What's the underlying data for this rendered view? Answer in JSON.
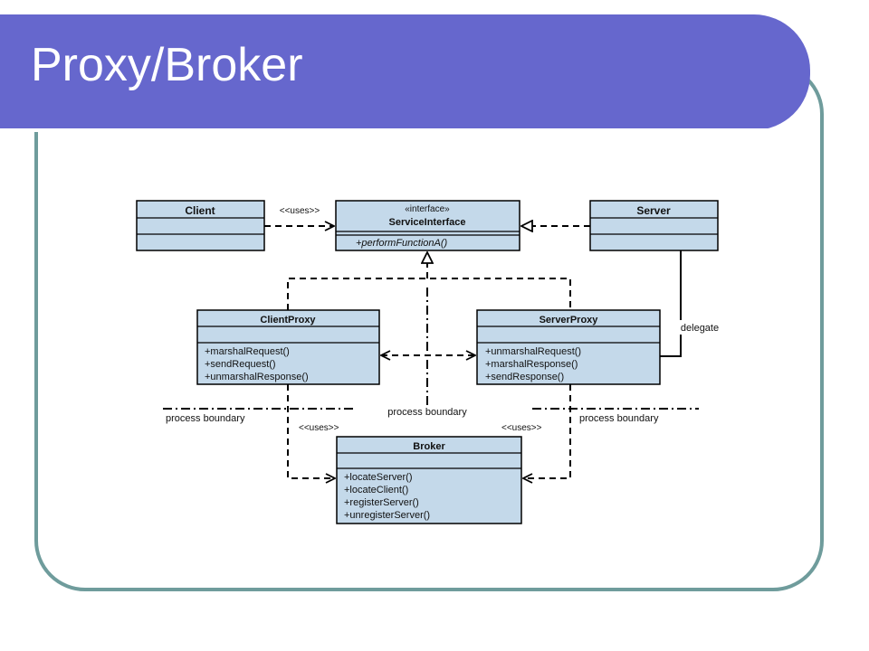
{
  "slide": {
    "title": "Proxy/Broker"
  },
  "diagram": {
    "client": {
      "name": "Client"
    },
    "service_interface": {
      "stereotype": "«interface»",
      "name": "ServiceInterface",
      "method": "+performFunctionA()"
    },
    "server": {
      "name": "Server"
    },
    "client_proxy": {
      "name": "ClientProxy",
      "methods": [
        "+marshalRequest()",
        "+sendRequest()",
        "+unmarshalResponse()"
      ]
    },
    "server_proxy": {
      "name": "ServerProxy",
      "methods": [
        "+unmarshalRequest()",
        "+marshalResponse()",
        "+sendResponse()"
      ]
    },
    "broker": {
      "name": "Broker",
      "methods": [
        "+locateServer()",
        "+locateClient()",
        "+registerServer()",
        "+unregisterServer()"
      ]
    },
    "labels": {
      "uses_top": "<<uses>>",
      "uses_left": "<<uses>>",
      "uses_right": "<<uses>>",
      "delegate": "delegate",
      "boundary_left": "process boundary",
      "boundary_center": "process boundary",
      "boundary_right": "process boundary"
    },
    "colors": {
      "box_fill": "#c4d9ea",
      "title_bar": "#6667cd",
      "frame": "#6f9c9c"
    }
  }
}
